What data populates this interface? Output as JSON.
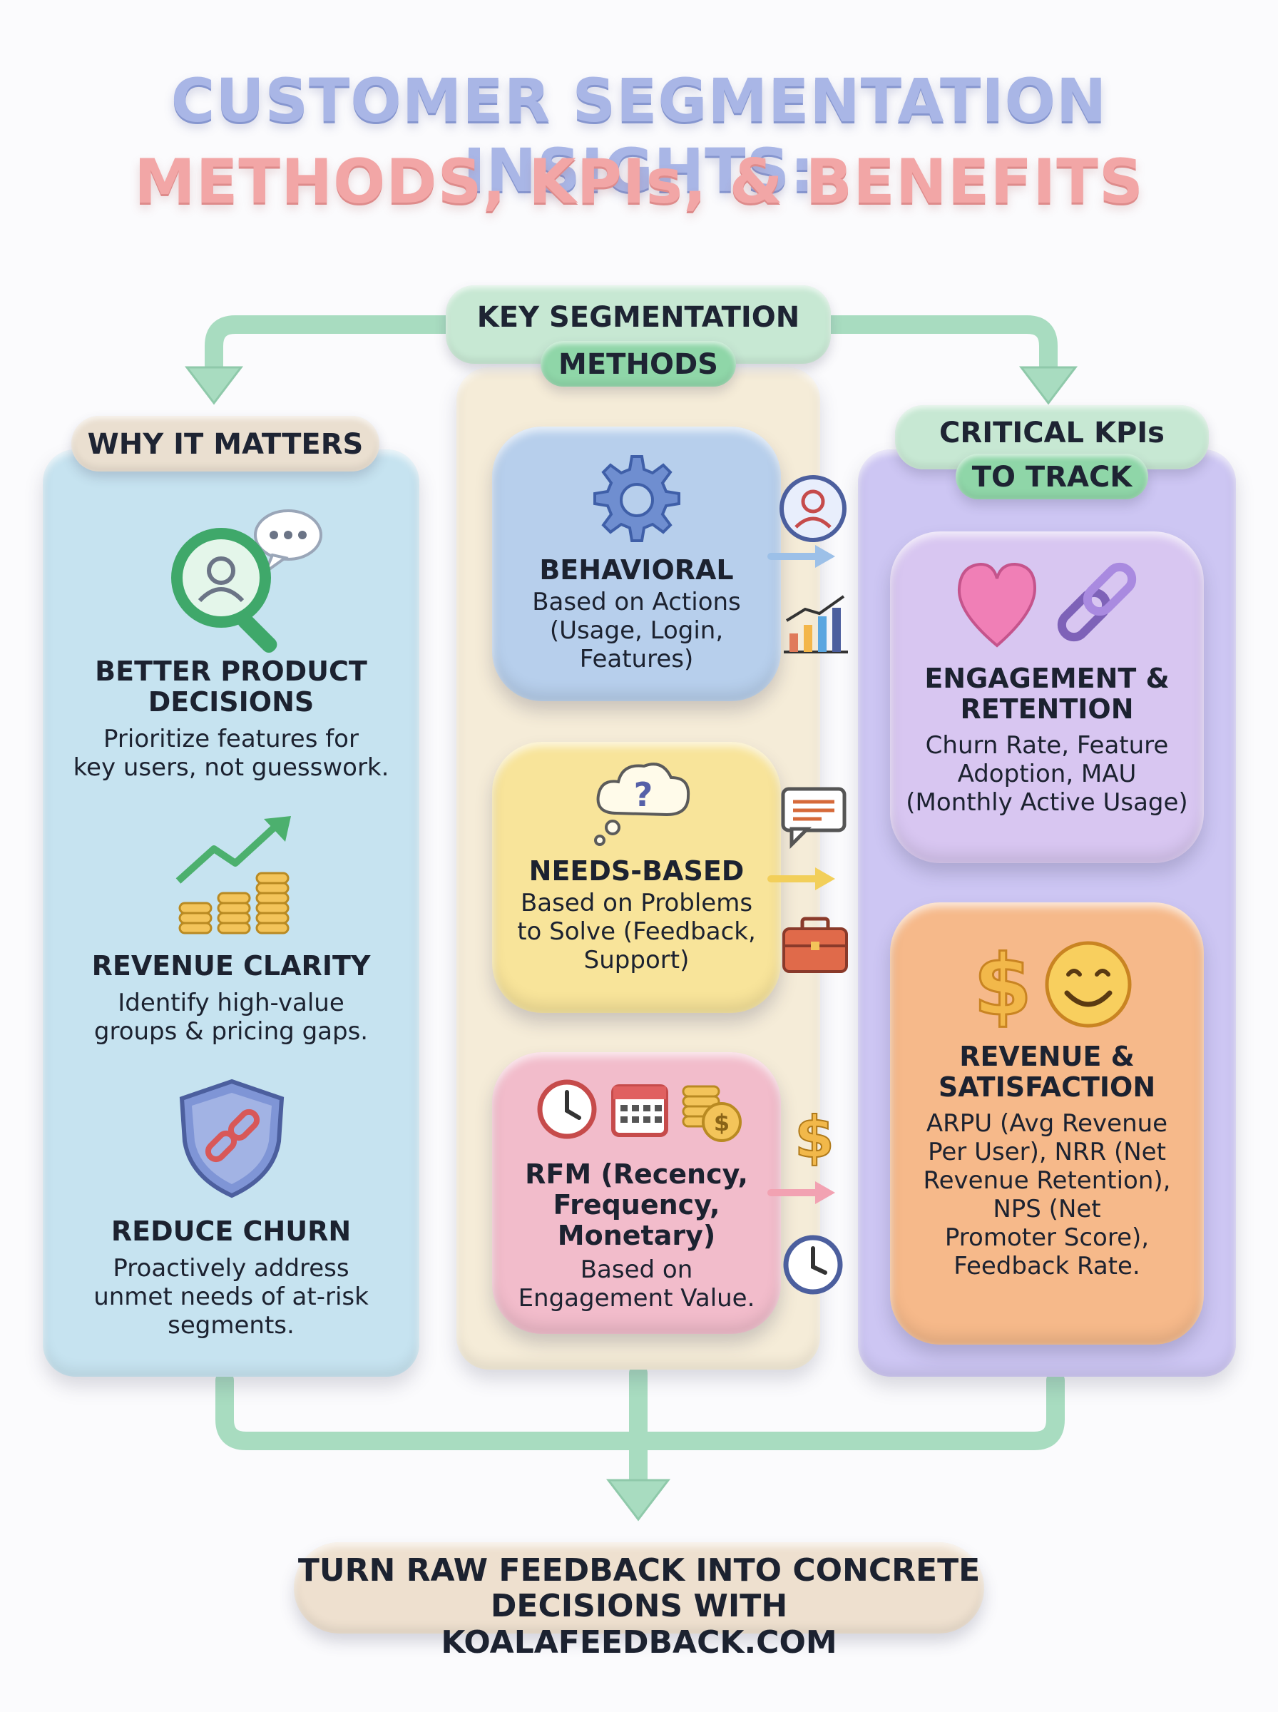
{
  "title": {
    "line1": "CUSTOMER SEGMENTATION INSIGHTS:",
    "line2": "METHODS, KPIs, & BENEFITS"
  },
  "colors": {
    "title1": "#a9b6e6",
    "title2": "#f2a6a6",
    "connector": "#a8dcc0",
    "left_panel": "#c6e3f0",
    "middle_panel": "#f5ecd8",
    "right_panel": "#cdc6f3",
    "behavioral": "#b7cfec",
    "needs": "#f8e49a",
    "rfm": "#f2bccb",
    "engagement": "#d8c6f1",
    "revenue": "#f6b98a"
  },
  "left": {
    "header": "WHY IT MATTERS",
    "items": [
      {
        "icon": "magnifier-user-icon",
        "title_lines": [
          "BETTER PRODUCT",
          "DECISIONS"
        ],
        "desc_lines": [
          "Prioritize features for",
          "key users, not guesswork."
        ]
      },
      {
        "icon": "coins-growth-icon",
        "title_lines": [
          "REVENUE CLARITY"
        ],
        "desc_lines": [
          "Identify high-value",
          "groups & pricing gaps."
        ]
      },
      {
        "icon": "shield-broken-link-icon",
        "title_lines": [
          "REDUCE CHURN"
        ],
        "desc_lines": [
          "Proactively address",
          "unmet needs of at-risk",
          "segments."
        ]
      }
    ]
  },
  "middle": {
    "header_line1": "KEY SEGMENTATION",
    "header_line2": "METHODS",
    "cards": [
      {
        "icon": "gear-icon",
        "title_lines": [
          "BEHAVIORAL"
        ],
        "desc_lines": [
          "Based on Actions",
          "(Usage, Login,",
          "Features)"
        ]
      },
      {
        "icon": "question-cloud-icon",
        "title_lines": [
          "NEEDS-BASED"
        ],
        "desc_lines": [
          "Based on Problems",
          "to Solve (Feedback,",
          "Support)"
        ]
      },
      {
        "icon": "clock-calendar-coins-icon",
        "title_lines": [
          "RFM (Recency,",
          "Frequency,",
          "Monetary)"
        ],
        "desc_lines": [
          "Based on",
          "Engagement Value."
        ]
      }
    ],
    "side_icons": [
      "user-icon",
      "bar-chart-icon",
      "chat-bubble-icon",
      "briefcase-icon",
      "dollar-icon",
      "clock-icon"
    ]
  },
  "right": {
    "header_line1": "CRITICAL KPIs",
    "header_line2": "TO TRACK",
    "cards": [
      {
        "icon": "heart-link-icon",
        "title_lines": [
          "ENGAGEMENT &",
          "RETENTION"
        ],
        "desc_lines": [
          "Churn Rate, Feature",
          "Adoption, MAU",
          "(Monthly Active Usage)"
        ]
      },
      {
        "icon": "dollar-smiley-icon",
        "title_lines": [
          "REVENUE &",
          "SATISFACTION"
        ],
        "desc_lines": [
          "ARPU (Avg Revenue",
          "Per User), NRR (Net",
          "Revenue Retention),",
          "NPS (Net",
          "Promoter Score),",
          "Feedback Rate."
        ]
      }
    ]
  },
  "footer": {
    "lines": [
      "TURN RAW FEEDBACK INTO CONCRETE",
      "DECISIONS WITH KOALAFEEDBACK.COM"
    ]
  }
}
